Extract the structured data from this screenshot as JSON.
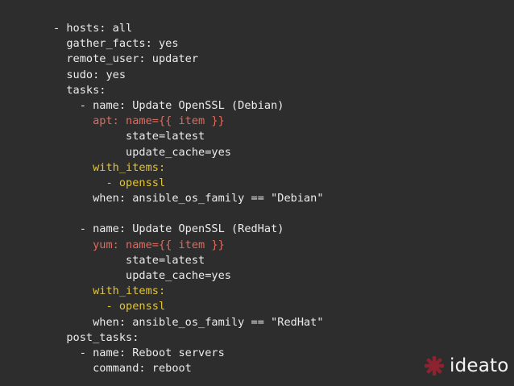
{
  "code_lines": [
    {
      "text": "- hosts: all",
      "color": "default"
    },
    {
      "text": "  gather_facts: yes",
      "color": "default"
    },
    {
      "text": "  remote_user: updater",
      "color": "default"
    },
    {
      "text": "  sudo: yes",
      "color": "default"
    },
    {
      "text": "  tasks:",
      "color": "default"
    },
    {
      "text": "    - name: Update OpenSSL (Debian)",
      "color": "default"
    },
    {
      "text": "      apt: name={{ item }}",
      "color": "red"
    },
    {
      "text": "           state=latest",
      "color": "default"
    },
    {
      "text": "           update_cache=yes",
      "color": "default"
    },
    {
      "text": "      with_items:",
      "color": "yellow"
    },
    {
      "text": "        - openssl",
      "color": "yellow"
    },
    {
      "text": "      when: ansible_os_family == \"Debian\"",
      "color": "default"
    },
    {
      "text": "",
      "color": "default"
    },
    {
      "text": "    - name: Update OpenSSL (RedHat)",
      "color": "default"
    },
    {
      "text": "      yum: name={{ item }}",
      "color": "red"
    },
    {
      "text": "           state=latest",
      "color": "default"
    },
    {
      "text": "           update_cache=yes",
      "color": "default"
    },
    {
      "text": "      with_items:",
      "color": "yellow"
    },
    {
      "text": "        - openssl",
      "color": "yellow"
    },
    {
      "text": "      when: ansible_os_family == \"RedHat\"",
      "color": "default"
    },
    {
      "text": "  post_tasks:",
      "color": "default"
    },
    {
      "text": "    - name: Reboot servers",
      "color": "default"
    },
    {
      "text": "      command: reboot",
      "color": "default"
    }
  ],
  "logo": {
    "text": "ideato",
    "icon": "star-logo-icon",
    "icon_color": "#8e2330"
  },
  "colors": {
    "background": "#2d2d2d",
    "text": "#ececec",
    "red": "#e06b5c",
    "yellow": "#e2c438"
  }
}
